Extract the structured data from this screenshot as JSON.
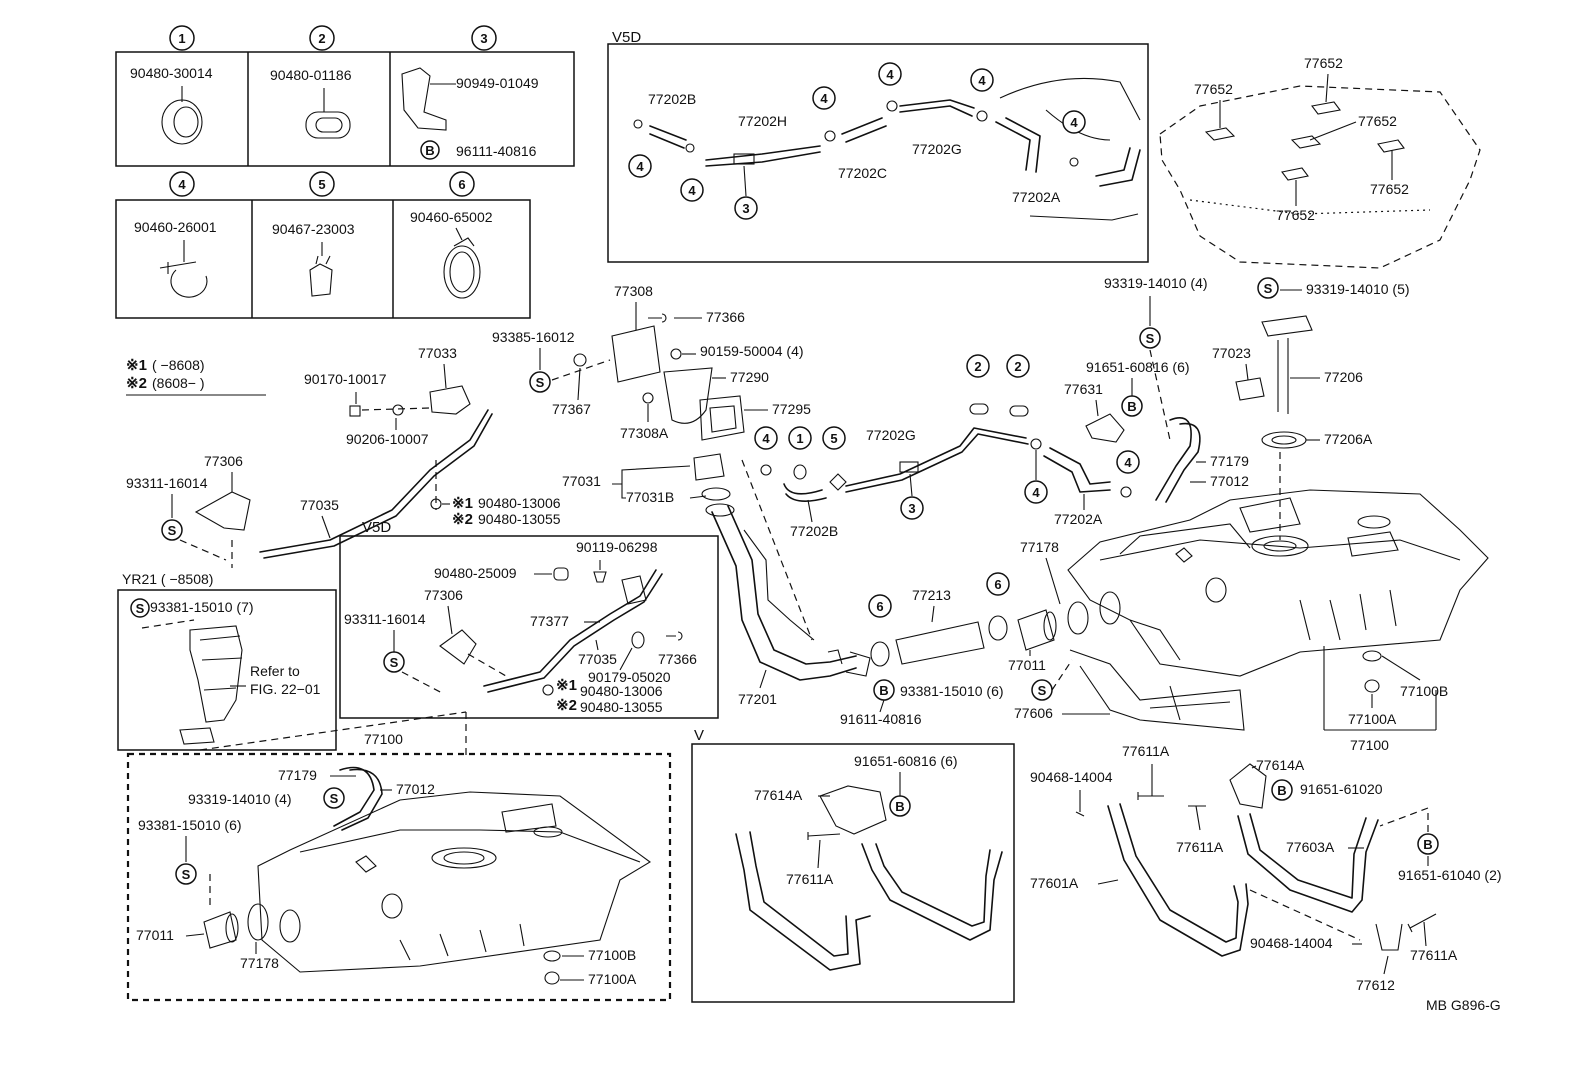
{
  "legend_box": {
    "cells": [
      {
        "num": "1",
        "part": "90480-30014"
      },
      {
        "num": "2",
        "part": "90480-01186"
      },
      {
        "num": "3",
        "part": "90949-01049",
        "sub_letter": "B",
        "sub_part": "96111-40816"
      },
      {
        "num": "4",
        "part": "90460-26001"
      },
      {
        "num": "5",
        "part": "90467-23003"
      },
      {
        "num": "6",
        "part": "90460-65002"
      }
    ]
  },
  "notes": {
    "note1_mark": "※1",
    "note1_text": "( −8608)",
    "note2_mark": "※2",
    "note2_text": "(8608− )"
  },
  "v5d_top": {
    "title": "V5D",
    "labels": [
      "77202B",
      "77202H",
      "77202C",
      "77202G",
      "77202A"
    ],
    "circles": [
      "4",
      "4",
      "4",
      "4",
      "4",
      "4",
      "3"
    ]
  },
  "tank_top_right": {
    "labels": [
      "77652",
      "77652",
      "77652",
      "77652",
      "77652"
    ]
  },
  "center_labels": {
    "p77308": "77308",
    "p77366a": "77366",
    "p93385": "93385-16012",
    "p90159": "90159-50004 (4)",
    "p77290": "77290",
    "p77367": "77367",
    "p77295": "77295",
    "p77308a": "77308A",
    "p77033": "77033",
    "p90170": "90170-10017",
    "p90206": "90206-10007",
    "p77306": "77306",
    "p93311": "93311-16014",
    "p77035": "77035",
    "p_n1_90480": "90480-13006",
    "p_n2_90480": "90480-13055",
    "p77031": "77031",
    "p77031b": "77031B",
    "p77202g": "77202G",
    "p77202b": "77202B",
    "p77202a": "77202A",
    "p93319a": "93319-14010 (4)",
    "p93319b": "93319-14010 (5)",
    "p91651a": "91651-60816 (6)",
    "p77631": "77631",
    "p77023": "77023",
    "p77206": "77206",
    "p77206a": "77206A",
    "p77179": "77179",
    "p77012": "77012",
    "p77178": "77178",
    "p77213": "77213",
    "p77011": "77011",
    "p77201": "77201",
    "p93381": "93381-15010 (6)",
    "p91611": "91611-40816",
    "p77606": "77606",
    "p77100b": "77100B",
    "p77100a": "77100A",
    "p77100": "77100"
  },
  "v5d_mid": {
    "title": "V5D",
    "labels": {
      "p90119": "90119-06298",
      "p90480_25009": "90480-25009",
      "p77306": "77306",
      "p93311": "93311-16014",
      "p77377": "77377",
      "p77035": "77035",
      "p77366": "77366",
      "p90179": "90179-05020",
      "p_n1": "90480-13006",
      "p_n2": "90480-13055"
    }
  },
  "yr21": {
    "title": "YR21 ( −8508)",
    "p93381": "93381-15010 (7)",
    "refer1": "Refer to",
    "refer2": "FIG. 22−01"
  },
  "lower_left": {
    "p77100": "77100",
    "p77179": "77179",
    "p77012": "77012",
    "p93319": "93319-14010 (4)",
    "p93381": "93381-15010 (6)",
    "p77011": "77011",
    "p77178": "77178",
    "p77100b": "77100B",
    "p77100a": "77100A"
  },
  "v_box": {
    "title": "V",
    "p91651": "91651-60816 (6)",
    "p77614a": "77614A",
    "p77611a": "77611A"
  },
  "lower_right": {
    "p77611a_top": "77611A",
    "p90468a": "90468-14004",
    "p77614a": "77614A",
    "p91651_61020": "91651-61020",
    "p77611a_mid": "77611A",
    "p77603a": "77603A",
    "p91651_61040": "91651-61040 (2)",
    "p77601a": "77601A",
    "p90468b": "90468-14004",
    "p77611a_bot": "77611A",
    "p77612": "77612"
  },
  "footer_code": "MB G896-G"
}
